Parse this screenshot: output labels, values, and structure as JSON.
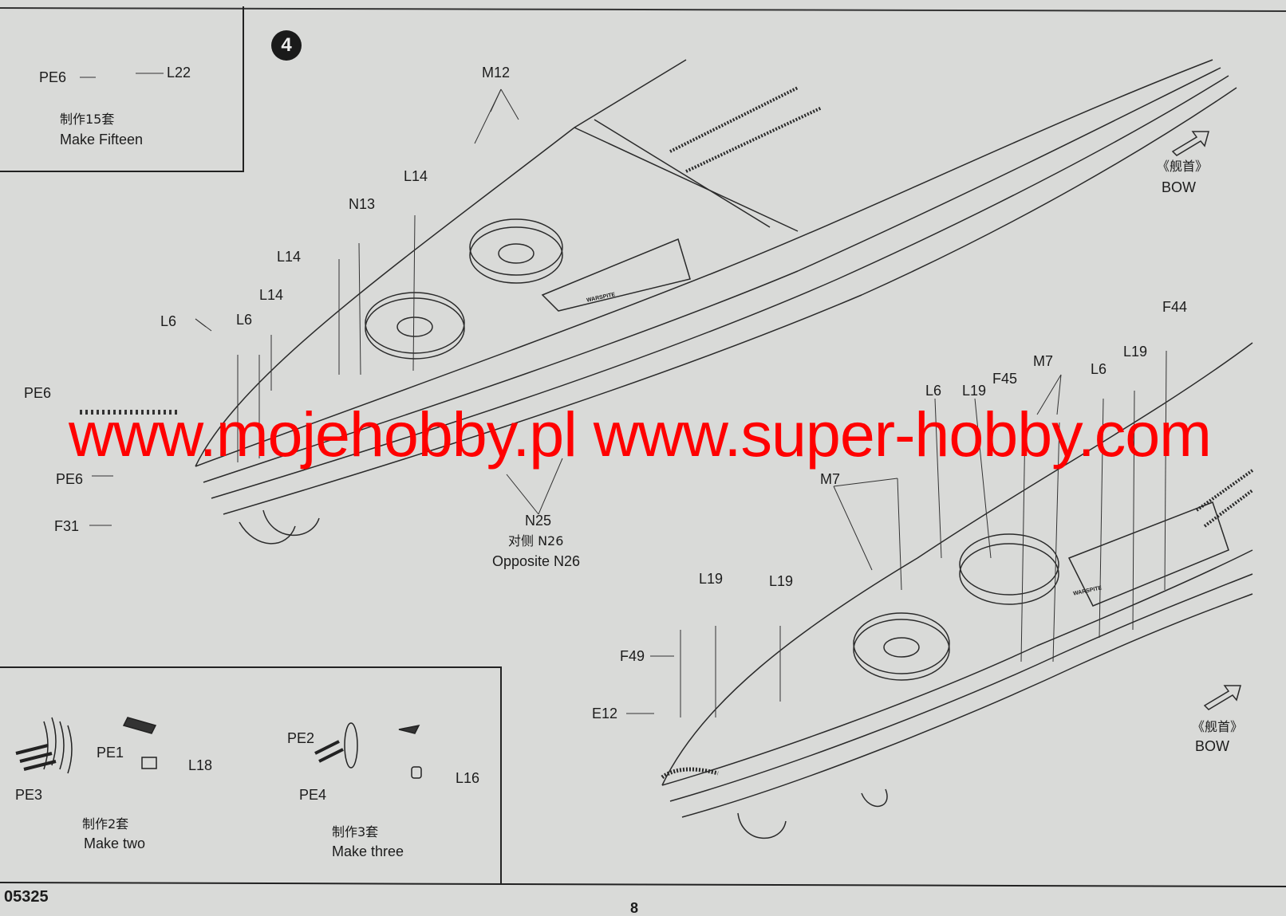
{
  "step_number": "4",
  "top_left_box": {
    "part_a": "PE6",
    "part_b": "L22",
    "qty_cn": "制作15套",
    "qty_en": "Make Fifteen"
  },
  "upper_assembly": {
    "labels": [
      "M12",
      "L14",
      "N13",
      "L14",
      "L14",
      "L6",
      "L6",
      "PE6",
      "PE6",
      "F31",
      "N25"
    ],
    "note_cn": "对侧 N26",
    "note_en": "Opposite N26",
    "ship_name": "WARSPITE"
  },
  "bow_indicator_top": {
    "cn": "《舰首》",
    "en": "BOW"
  },
  "lower_assembly": {
    "labels": [
      "F44",
      "M7",
      "L19",
      "L6",
      "F45",
      "L19",
      "L6",
      "M7",
      "L19",
      "L19",
      "F49",
      "E12"
    ],
    "ship_name": "WARSPITE"
  },
  "bow_indicator_bottom": {
    "cn": "《舰首》",
    "en": "BOW"
  },
  "bottom_left_box": {
    "left": {
      "parts": [
        "PE1",
        "L18",
        "PE3"
      ],
      "qty_cn": "制作2套",
      "qty_en": "Make two"
    },
    "right": {
      "parts": [
        "PE2",
        "PE4",
        "L16"
      ],
      "qty_cn": "制作3套",
      "qty_en": "Make three"
    }
  },
  "footer": {
    "code": "05325",
    "page": "8"
  },
  "watermark": "www.mojehobby.pl www.super-hobby.com",
  "colors": {
    "paper": "#d9dad8",
    "ink": "#1c1c1c",
    "watermark": "#ff0000"
  }
}
